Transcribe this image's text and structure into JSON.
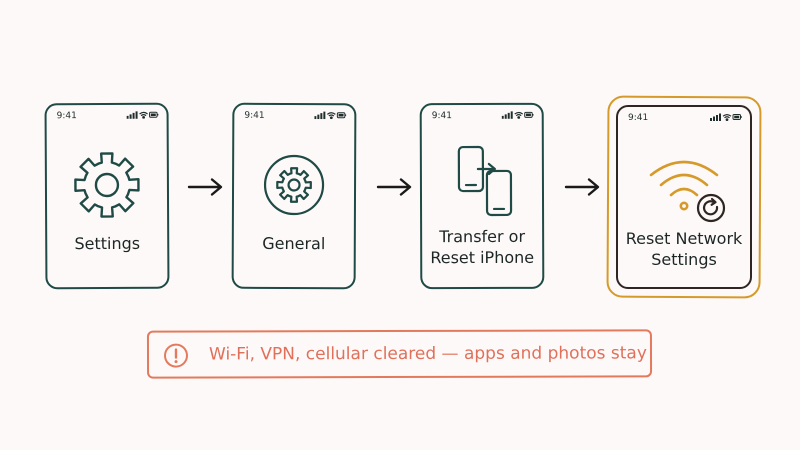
{
  "colors": {
    "ink": "#1f4a45",
    "highlight": "#d69a2a",
    "warning": "#e37a5d",
    "background": "#fdf9f8"
  },
  "status_bar": {
    "time": "9:41",
    "icons": [
      "signal-icon",
      "wifi-icon",
      "battery-icon"
    ]
  },
  "steps": [
    {
      "label": "Settings",
      "icon": "gear-icon"
    },
    {
      "label": "General",
      "icon": "gear-badge-icon"
    },
    {
      "label_line1": "Transfer or",
      "label_line2": "Reset iPhone",
      "icon": "phone-transfer-icon"
    },
    {
      "label_line1": "Reset Network",
      "label_line2": "Settings",
      "icon": "wifi-reset-icon",
      "highlighted": true
    }
  ],
  "note": {
    "icon": "alert-icon",
    "text": "Wi-Fi, VPN, cellular cleared — apps and photos stay"
  }
}
